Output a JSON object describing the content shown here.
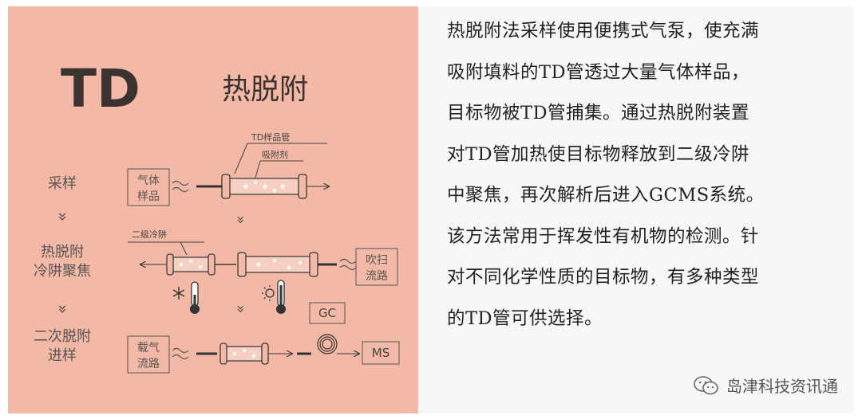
{
  "diagram": {
    "title_abbr": "TD",
    "title_cn": "热脱附",
    "stage_sampling": "采样",
    "stage_desorb_1": "热脱附",
    "stage_desorb_2": "冷阱聚焦",
    "stage_second_1": "二次脱附",
    "stage_second_2": "进样",
    "label_td_tube": "TD样品管",
    "label_adsorbent": "吸附剂",
    "label_cold_trap": "二级冷阱",
    "box_gas_sample_1": "气体",
    "box_gas_sample_2": "样品",
    "box_purge_1": "吹扫",
    "box_purge_2": "流路",
    "box_carrier_1": "载气",
    "box_carrier_2": "流路",
    "box_gc": "GC",
    "box_ms": "MS",
    "chevron": "»",
    "colors": {
      "background": "#f3b8a6",
      "ink": "#3a3a3a",
      "tube_fill": "#f6cfc2"
    }
  },
  "description": {
    "lines": [
      "热脱附法采样使用便携式气泵，使充满",
      "吸附填料的TD管透过大量气体样品，",
      "目标物被TD管捕集。通过热脱附装置",
      "对TD管加热使目标物释放到二级冷阱",
      "中聚焦，再次解析后进入GCMS系统。",
      "该方法常用于挥发性有机物的检测。针",
      "对不同化学性质的目标物，有多种类型",
      "的TD管可供选择。"
    ]
  },
  "watermark": {
    "text": "岛津科技资讯通",
    "icon": "wechat-icon"
  }
}
